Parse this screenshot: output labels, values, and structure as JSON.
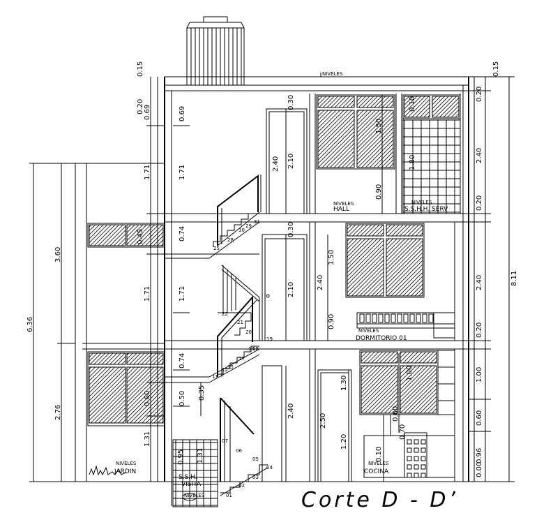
{
  "title": "Corte D - D’",
  "levels_label": "NIVELES",
  "rooms": {
    "hall": "HALL",
    "sshh_serv": "S.S.H.H. SERV",
    "dormitorio": "DORMITORIO 01",
    "cocina": "COCINA",
    "jardin": "JARDIN",
    "sshh_visita_line1": "S.S.H.",
    "sshh_visita_line2": "VISITA"
  },
  "dims": {
    "total_height": "6.36",
    "upper_height": "3.60",
    "lower_height": "2.76",
    "right_total": "8.11",
    "parapet": "0.15",
    "d_020": "0.20",
    "d_069": "0.69",
    "d_171": "1.71",
    "d_074": "0.74",
    "d_240": "2.40",
    "d_210": "2.10",
    "d_030": "0.30",
    "d_150": "1.50",
    "d_090": "0.90",
    "d_180": "1.80",
    "d_130": "1.30",
    "d_250": "2.50",
    "d_120": "1.20",
    "d_050": "0.50",
    "d_035": "0.35",
    "d_131": "1.31",
    "d_100": "1.00",
    "d_060": "0.60",
    "d_096": "0.96",
    "d_000": "0.00",
    "d_010": "0.10",
    "d_070": "0.70",
    "d_095": "0.95",
    "d_045": "0.45"
  },
  "steps": [
    "01",
    "02",
    "03",
    "04",
    "05",
    "06",
    "07",
    "11",
    "12",
    "14",
    "15",
    "17",
    "18",
    "19",
    "20",
    "21",
    "22",
    "25",
    "28",
    "29",
    "30",
    "31"
  ]
}
